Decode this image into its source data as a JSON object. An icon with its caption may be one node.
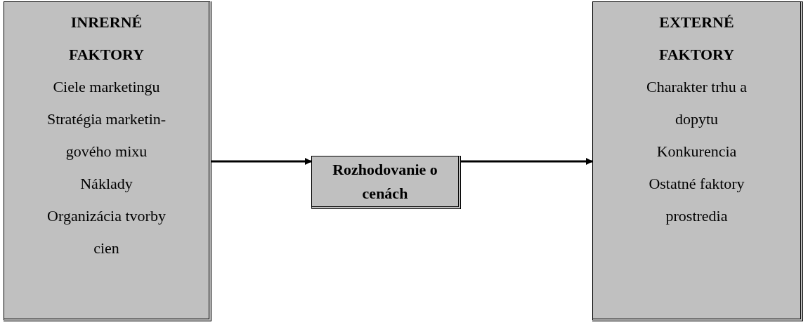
{
  "diagram": {
    "nodes": [
      {
        "text": [
          "INRERNÉ FAKTORY",
          "Ciele marketingu",
          "Stratégia marketin- gového mixu",
          "Náklady",
          "Organizácia tvorby cien"
        ]
      },
      {
        "text": [
          "Rozhodovanie o cenách"
        ]
      },
      {
        "text": [
          "EXTERNÉ FAKTORY",
          "Charakter trhu a dopytu",
          "Konkurencia",
          "Ostatné faktory prostredia"
        ]
      }
    ],
    "edges": [
      {
        "from": 0,
        "to": 1,
        "arrow": "to"
      },
      {
        "from": 1,
        "to": 2,
        "arrow": "to"
      }
    ]
  }
}
